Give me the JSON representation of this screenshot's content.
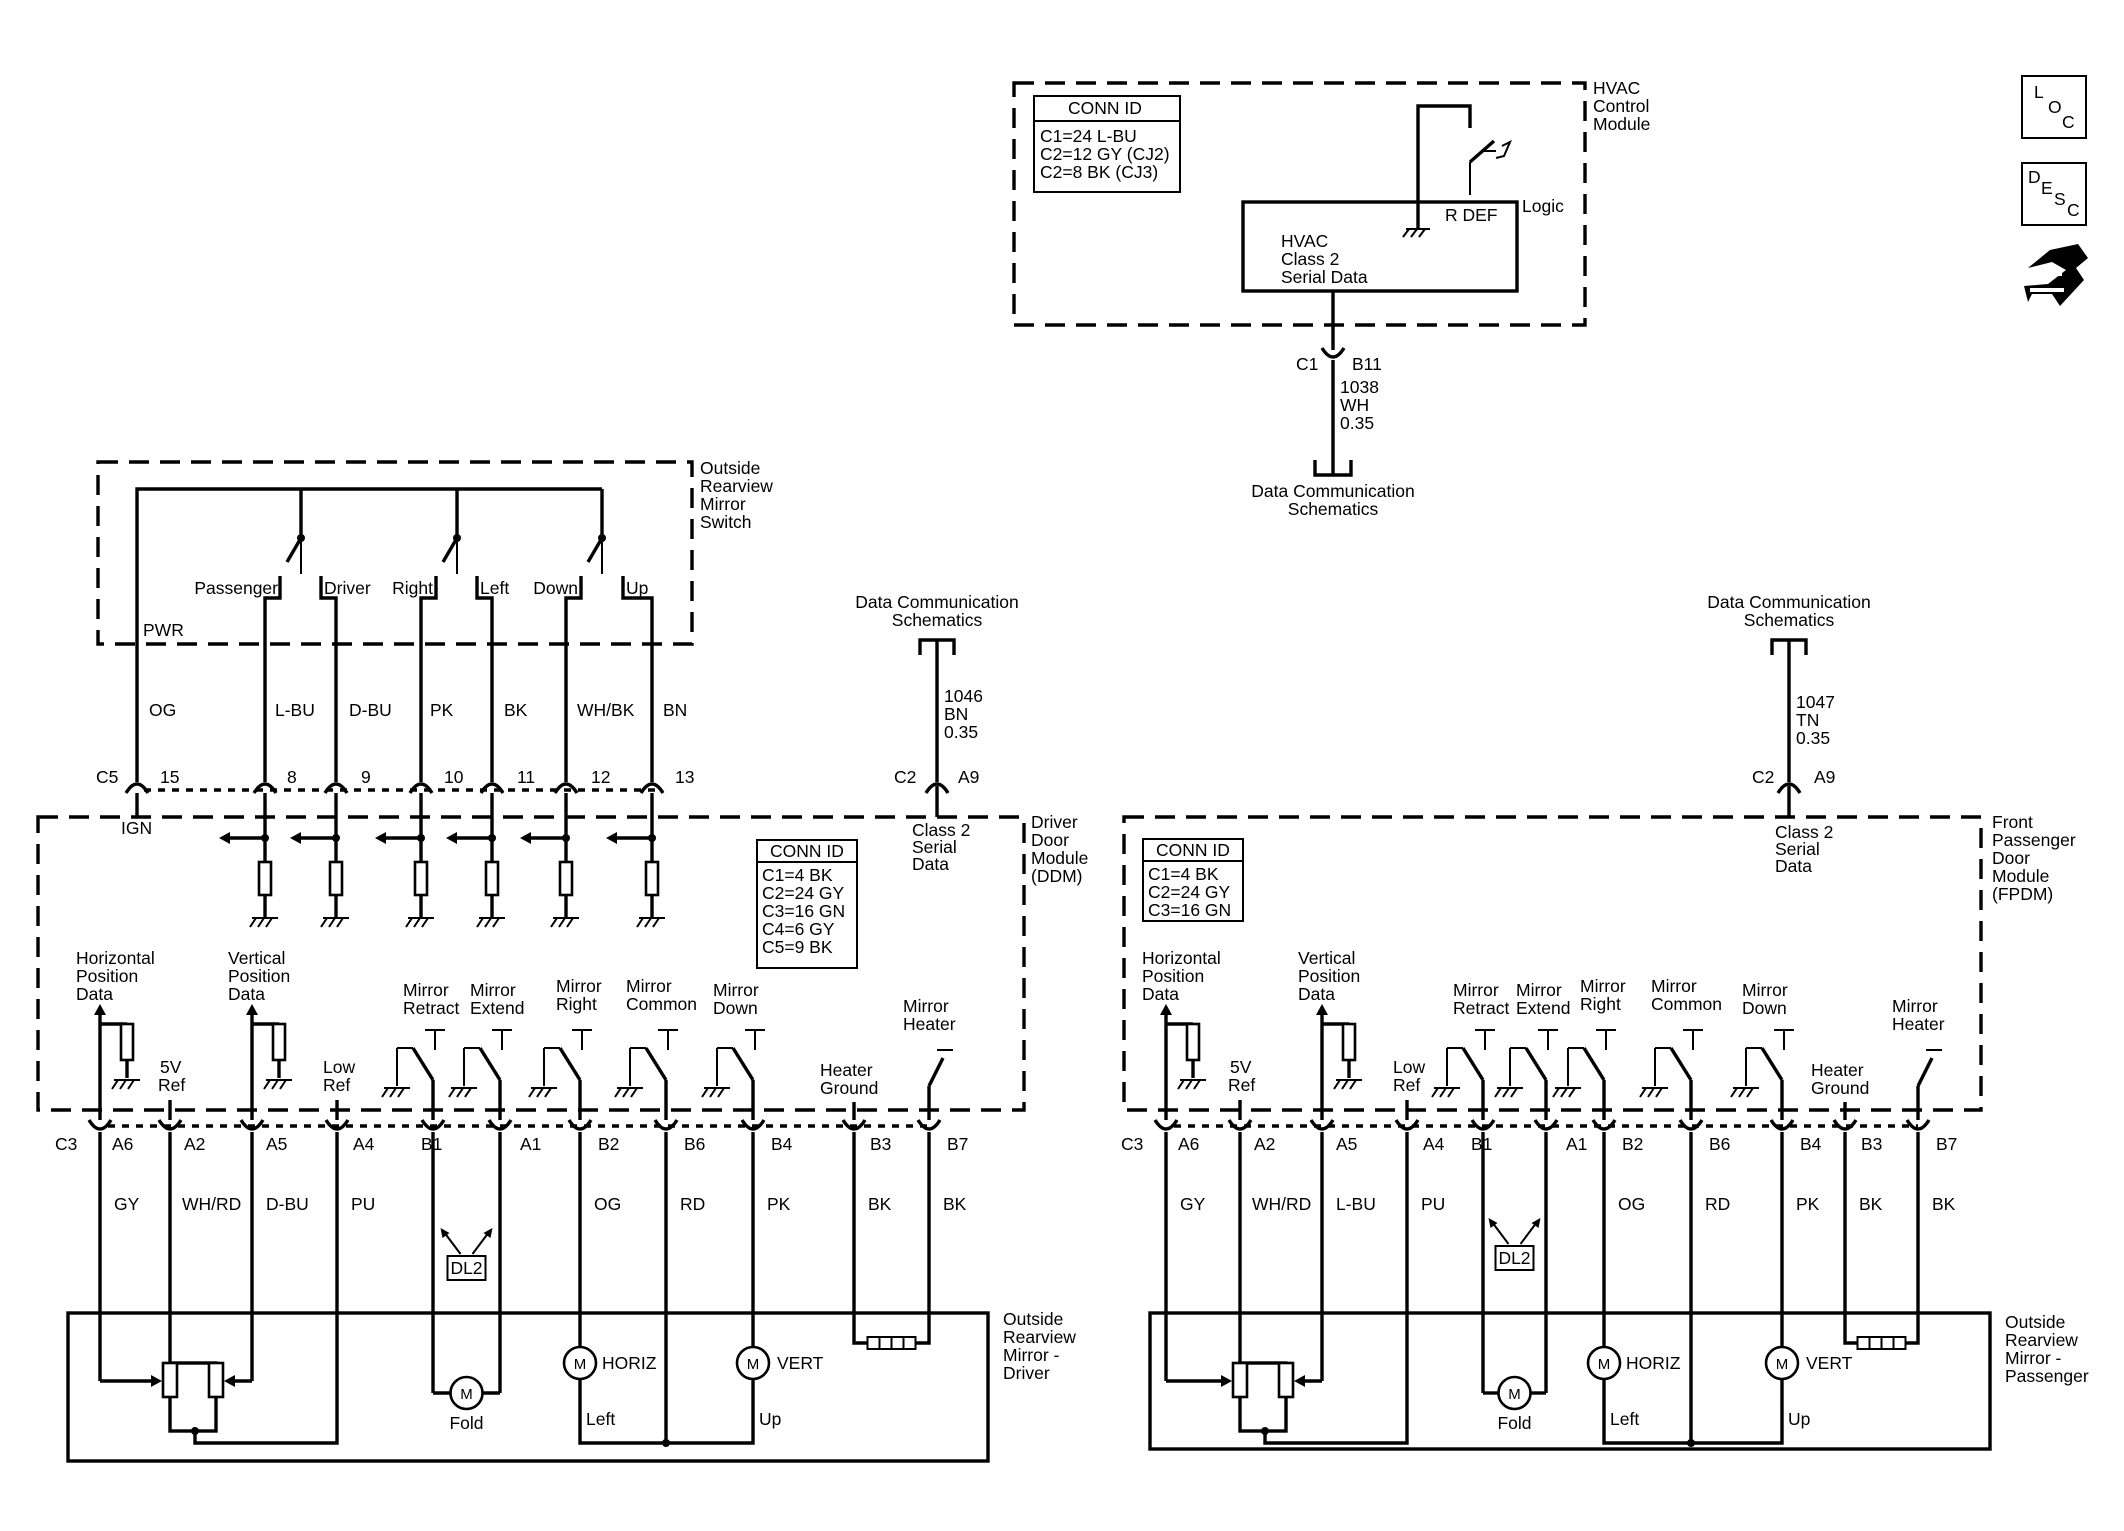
{
  "hvac": {
    "title": [
      "HVAC",
      "Control",
      "Module"
    ],
    "conn_title": "CONN ID",
    "conn": [
      "C1=24 L-BU",
      "C2=12 GY (CJ2)",
      "C2=8 BK (CJ3)"
    ],
    "logic": "Logic",
    "rdef": "R DEF",
    "inner": [
      "HVAC",
      "Class 2",
      "Serial Data"
    ],
    "conn_label": "C1",
    "pin": "B11",
    "circuit": [
      "1038",
      "WH",
      "0.35"
    ],
    "dest": [
      "Data Communication",
      "Schematics"
    ]
  },
  "switch": {
    "title": [
      "Outside",
      "Rearview",
      "Mirror",
      "Switch"
    ],
    "pwr": "PWR",
    "contacts": [
      "Passenger",
      "Driver",
      "Right",
      "Left",
      "Down",
      "Up"
    ]
  },
  "ddm": {
    "title": [
      "Driver",
      "Door",
      "Module",
      "(DDM)"
    ],
    "conn_title": "CONN ID",
    "conn": [
      "C1=4 BK",
      "C2=24 GY",
      "C3=16 GN",
      "C4=6 GY",
      "C5=9 BK"
    ],
    "c5": "C5",
    "ign": "IGN",
    "top_pins": [
      "15",
      "8",
      "9",
      "10",
      "11",
      "12",
      "13"
    ],
    "top_colors": [
      "OG",
      "L-BU",
      "D-BU",
      "PK",
      "BK",
      "WH/BK",
      "BN"
    ],
    "dc": [
      "Data Communication",
      "Schematics"
    ],
    "dc_circuit": [
      "1046",
      "BN",
      "0.35"
    ],
    "c2": "C2",
    "a9": "A9",
    "serial": [
      "Class 2",
      "Serial",
      "Data"
    ],
    "funcs": {
      "hpos": [
        "Horizontal",
        "Position",
        "Data"
      ],
      "vpos": [
        "Vertical",
        "Position",
        "Data"
      ],
      "ref5": [
        "5V",
        "Ref"
      ],
      "lowref": [
        "Low",
        "Ref"
      ],
      "retract": [
        "Mirror",
        "Retract"
      ],
      "extend": [
        "Mirror",
        "Extend"
      ],
      "right": [
        "Mirror",
        "Right"
      ],
      "common": [
        "Mirror",
        "Common"
      ],
      "down": [
        "Mirror",
        "Down"
      ],
      "hground": [
        "Heater",
        "Ground"
      ],
      "heater": [
        "Mirror",
        "Heater"
      ]
    },
    "c3": "C3",
    "bottom_pins": [
      "A6",
      "A2",
      "A5",
      "A4",
      "B1",
      "A1",
      "B2",
      "B6",
      "B4",
      "B3",
      "B7"
    ],
    "bottom_colors": [
      "GY",
      "WH/RD",
      "D-BU",
      "PU",
      "OG",
      "RD",
      "PK",
      "BK",
      "BK"
    ],
    "dl2": "DL2"
  },
  "mirror_driver": {
    "title": [
      "Outside",
      "Rearview",
      "Mirror -",
      "Driver"
    ],
    "motor_letter": "M",
    "fold": "Fold",
    "horiz": "HORIZ",
    "vert": "VERT",
    "left": "Left",
    "up": "Up"
  },
  "fpdm": {
    "title": [
      "Front",
      "Passenger",
      "Door",
      "Module",
      "(FPDM)"
    ],
    "conn_title": "CONN ID",
    "conn": [
      "C1=4 BK",
      "C2=24 GY",
      "C3=16 GN"
    ],
    "dc": [
      "Data Communication",
      "Schematics"
    ],
    "dc_circuit": [
      "1047",
      "TN",
      "0.35"
    ],
    "c2": "C2",
    "a9": "A9",
    "serial": [
      "Class 2",
      "Serial",
      "Data"
    ],
    "funcs": {
      "hpos": [
        "Horizontal",
        "Position",
        "Data"
      ],
      "vpos": [
        "Vertical",
        "Position",
        "Data"
      ],
      "ref5": [
        "5V",
        "Ref"
      ],
      "lowref": [
        "Low",
        "Ref"
      ],
      "retract": [
        "Mirror",
        "Retract"
      ],
      "extend": [
        "Mirror",
        "Extend"
      ],
      "right": [
        "Mirror",
        "Right"
      ],
      "common": [
        "Mirror",
        "Common"
      ],
      "down": [
        "Mirror",
        "Down"
      ],
      "hground": [
        "Heater",
        "Ground"
      ],
      "heater": [
        "Mirror",
        "Heater"
      ]
    },
    "c3": "C3",
    "bottom_pins": [
      "A6",
      "A2",
      "A5",
      "A4",
      "B1",
      "A1",
      "B2",
      "B6",
      "B4",
      "B3",
      "B7"
    ],
    "bottom_colors": [
      "GY",
      "WH/RD",
      "L-BU",
      "PU",
      "OG",
      "RD",
      "PK",
      "BK",
      "BK"
    ],
    "dl2": "DL2"
  },
  "mirror_passenger": {
    "title": [
      "Outside",
      "Rearview",
      "Mirror -",
      "Passenger"
    ],
    "motor_letter": "M",
    "fold": "Fold",
    "horiz": "HORIZ",
    "vert": "VERT",
    "left": "Left",
    "up": "Up"
  },
  "side_icons": {
    "loc": [
      "L",
      "O",
      "C"
    ],
    "desc": [
      "D",
      "E",
      "S",
      "C"
    ]
  }
}
